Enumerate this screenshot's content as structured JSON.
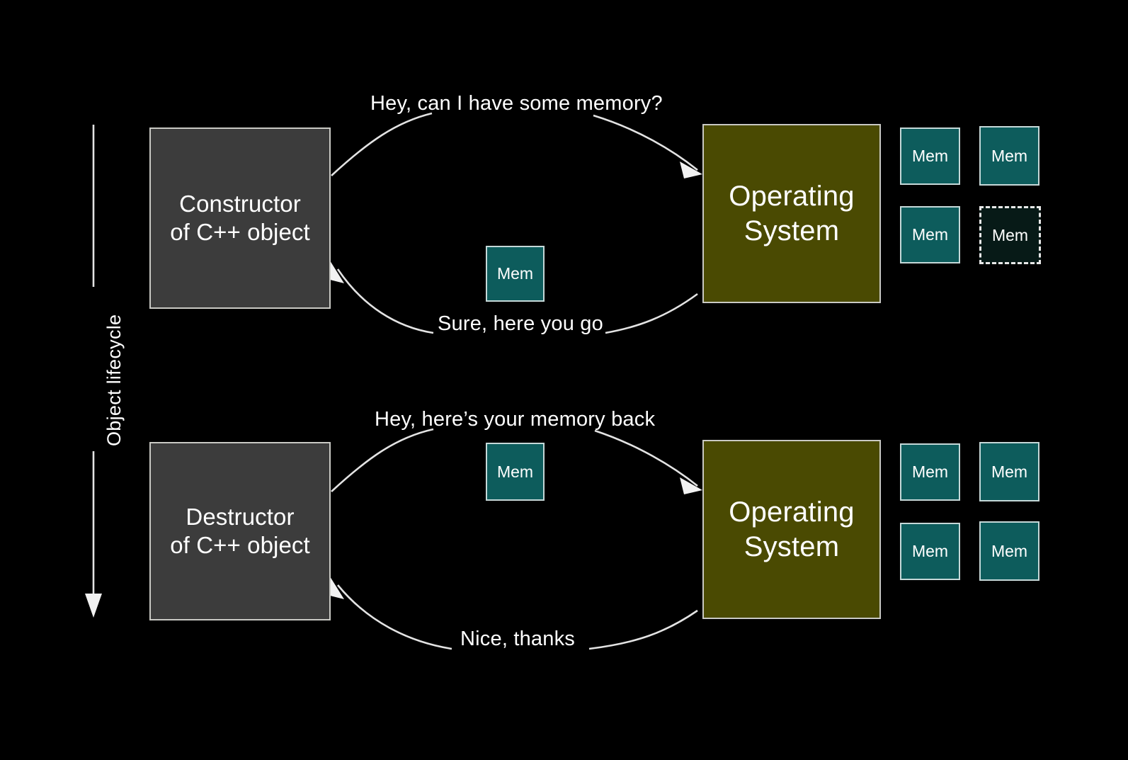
{
  "slide": {
    "background_color": "#000000",
    "title_text": "Object lifecycle"
  },
  "colors": {
    "background": "#000000",
    "actor_gray": "#3c3c3c",
    "actor_olive": "#4a4a02",
    "memory_teal": "#0d5c5c",
    "memory_freed": "#071a17",
    "border_light": "#c9c9c4",
    "text": "#ffffff",
    "arrow": "#e3e3e3"
  },
  "axis": {
    "label": "Object lifecycle",
    "icon": "down-arrow-icon",
    "direction": "down"
  },
  "sections": [
    {
      "id": "construction",
      "left_actor": {
        "name": "constructor-box",
        "label": "Constructor\nof C++ object",
        "fill": "#3c3c3c"
      },
      "right_actor": {
        "name": "operating-system-box-top",
        "label": "Operating\nSystem",
        "fill": "#4a4a02"
      },
      "outbound_message": "Hey, can I have some memory?",
      "inbound_message": "Sure, here you go",
      "transit_block": {
        "label": "Mem",
        "state": "allocated"
      },
      "memory_pool": [
        {
          "label": "Mem",
          "state": "free"
        },
        {
          "label": "Mem",
          "state": "free"
        },
        {
          "label": "Mem",
          "state": "free"
        },
        {
          "label": "Mem",
          "state": "handed-out"
        }
      ]
    },
    {
      "id": "destruction",
      "left_actor": {
        "name": "destructor-box",
        "label": "Destructor\nof C++ object",
        "fill": "#3c3c3c"
      },
      "right_actor": {
        "name": "operating-system-box-bottom",
        "label": "Operating\nSystem",
        "fill": "#4a4a02"
      },
      "outbound_message": "Hey, here’s your memory back",
      "inbound_message": "Nice, thanks",
      "transit_block": {
        "label": "Mem",
        "state": "returning"
      },
      "memory_pool": [
        {
          "label": "Mem",
          "state": "free"
        },
        {
          "label": "Mem",
          "state": "free"
        },
        {
          "label": "Mem",
          "state": "free"
        },
        {
          "label": "Mem",
          "state": "free"
        }
      ]
    }
  ]
}
